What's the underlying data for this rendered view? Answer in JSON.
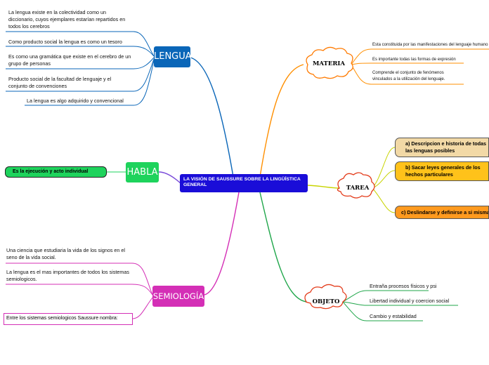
{
  "central": "LA VISIÓN DE  SAUSSURE SOBRE LA LINGÜÍSTICA GENERAL",
  "lengua": {
    "label": "LENGUA",
    "items": [
      "La lengua existe en la colectividad como un diccionario, cuyos ejemplares estarían repartidos en todos los cerebros",
      "Como producto social la lengua es como un tesoro",
      "Es como una gramática que existe en el cerebro de un grupo de personas",
      "Producto social de la facultad de lenguaje y el conjunto de convenciones",
      "La lengua es algo adquirido y convencional"
    ]
  },
  "habla": {
    "label": "HABLA",
    "items": [
      "Es la ejecución y acto individual"
    ]
  },
  "semiologia": {
    "label": "SEMIOLOGÍA",
    "items": [
      "Una ciencia que estudiaria la vida de los signos en el seno de la vida social.",
      "La lengua es el mas importantes de todos los sistemas semiologicos.",
      "Entre los sistemas semiologicos Saussure nombra:"
    ]
  },
  "materia": {
    "label": "MATERIA",
    "items": [
      "Esta constituida por las manifestaciones del lenguaje humano",
      "Es importante todas las formas de expresión",
      "Comprende el conjunto de fenómenos vinculados a la utilización del lenguaje."
    ]
  },
  "tarea": {
    "label": "TAREA",
    "items": [
      "a) Descripcion e historia de todas las lenguas posibles",
      "b) Sacar leyes generales de los hechos particulares",
      "c) Deslindarse y definirse a si misma"
    ]
  },
  "objeto": {
    "label": "OBJETO",
    "items": [
      "Entraña procesos físicos y psi",
      "Libertad individual y coercion social",
      "Cambio y estabilidad"
    ]
  },
  "colors": {
    "lengua": "#0a66b8",
    "habla": "#1ed35c",
    "semiologia": "#d42fb6",
    "materia": "#ff8f00",
    "tarea": "#c8d400",
    "objeto": "#1fa64a",
    "central": "#1a0dd8"
  }
}
